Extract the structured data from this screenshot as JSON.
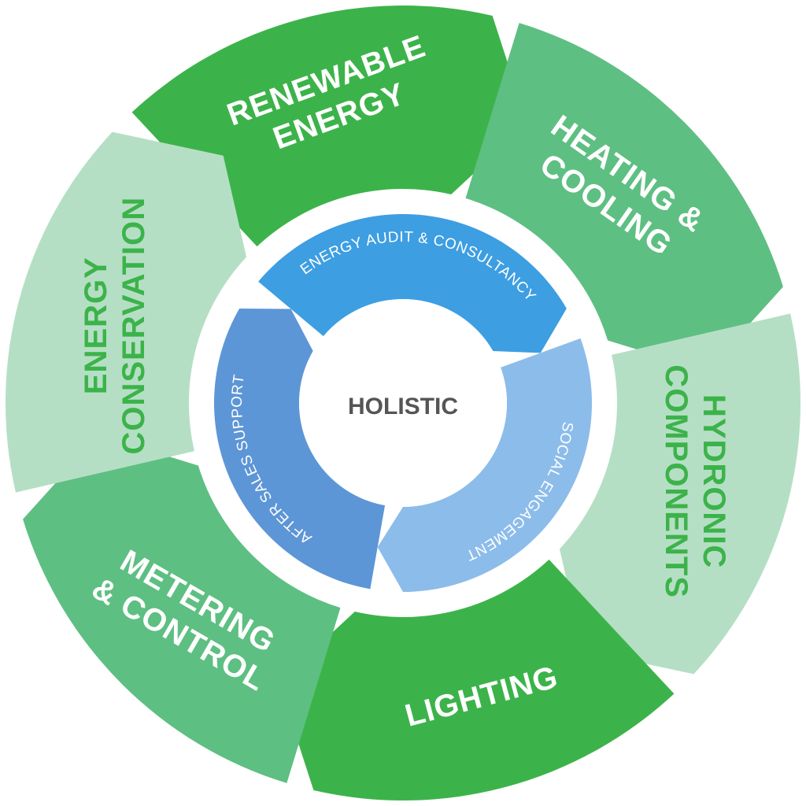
{
  "center": {
    "label": "HOLISTIC"
  },
  "outer_ring": {
    "segments": [
      {
        "key": "renewable",
        "lines": [
          "RENEWABLE",
          "ENERGY"
        ],
        "fill": "#3cb34a",
        "text_color": "#ffffff"
      },
      {
        "key": "heating",
        "lines": [
          "HEATING &",
          "COOLING"
        ],
        "fill": "#5ebf82",
        "text_color": "#ffffff"
      },
      {
        "key": "hydronic",
        "lines": [
          "HYDRONIC",
          "COMPONENTS"
        ],
        "fill": "#b5dfc4",
        "text_color": "#3cb34a"
      },
      {
        "key": "lighting",
        "lines": [
          "LIGHTING"
        ],
        "fill": "#3cb34a",
        "text_color": "#ffffff"
      },
      {
        "key": "metering",
        "lines": [
          "METERING",
          "& CONTROL"
        ],
        "fill": "#5ebf82",
        "text_color": "#ffffff"
      },
      {
        "key": "conservation",
        "lines": [
          "ENERGY",
          "CONSERVATION"
        ],
        "fill": "#b5dfc4",
        "text_color": "#3cb34a"
      }
    ]
  },
  "inner_ring": {
    "segments": [
      {
        "key": "audit",
        "label": "ENERGY AUDIT & CONSULTANCY",
        "fill": "#3d9ee2"
      },
      {
        "key": "social",
        "label": "SOCIAL ENGAGEMENT",
        "fill": "#8cbcea"
      },
      {
        "key": "support",
        "label": "AFTER SALES SUPPORT",
        "fill": "#5d96d6"
      }
    ]
  }
}
